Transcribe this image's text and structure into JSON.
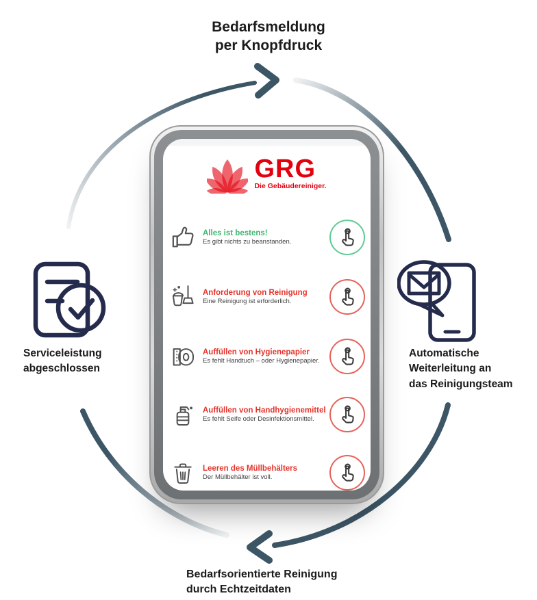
{
  "titles": {
    "top": "Bedarfsmeldung\nper Knopfdruck",
    "left": "Serviceleistung\nabgeschlossen",
    "right": "Automatische\nWeiterleitung an\ndas Reinigungsteam",
    "bottom": "Bedarfsorientierte Reinigung\ndurch Echtzeitdaten"
  },
  "phone": {
    "logo": {
      "text": "GRG",
      "subtitle": "Die Gebäudereiniger."
    },
    "items": [
      {
        "title": "Alles ist bestens!",
        "subtitle": "Es gibt nichts zu beanstanden.",
        "state": "green",
        "icon": "thumbs-up-icon"
      },
      {
        "title": "Anforderung von Reinigung",
        "subtitle": "Eine Reinigung ist erforderlich.",
        "state": "red",
        "icon": "cleaning-icon"
      },
      {
        "title": "Auffüllen von Hygienepapier",
        "subtitle": "Es fehlt Handtuch – oder Hygienepapier.",
        "state": "red",
        "icon": "toilet-paper-icon"
      },
      {
        "title": "Auffüllen von Handhygienemittel",
        "subtitle": "Es fehlt Seife oder Desinfektionsmittel.",
        "state": "red",
        "icon": "disinfectant-icon"
      },
      {
        "title": "Leeren des Müllbehälters",
        "subtitle": "Der Müllbehälter ist voll.",
        "state": "red",
        "icon": "trash-icon"
      }
    ]
  },
  "colors": {
    "arrow": "#3d5666",
    "icon_navy": "#252b4c",
    "title_green": "#3eb56f",
    "title_red": "#e5332a",
    "circle_green": "#5ecb96",
    "circle_red": "#e4635a",
    "logo_red": "#e3000f",
    "row_icon": "#515151",
    "hand": "#3a3a3a",
    "subtitle_gray": "#3e3e3e"
  }
}
